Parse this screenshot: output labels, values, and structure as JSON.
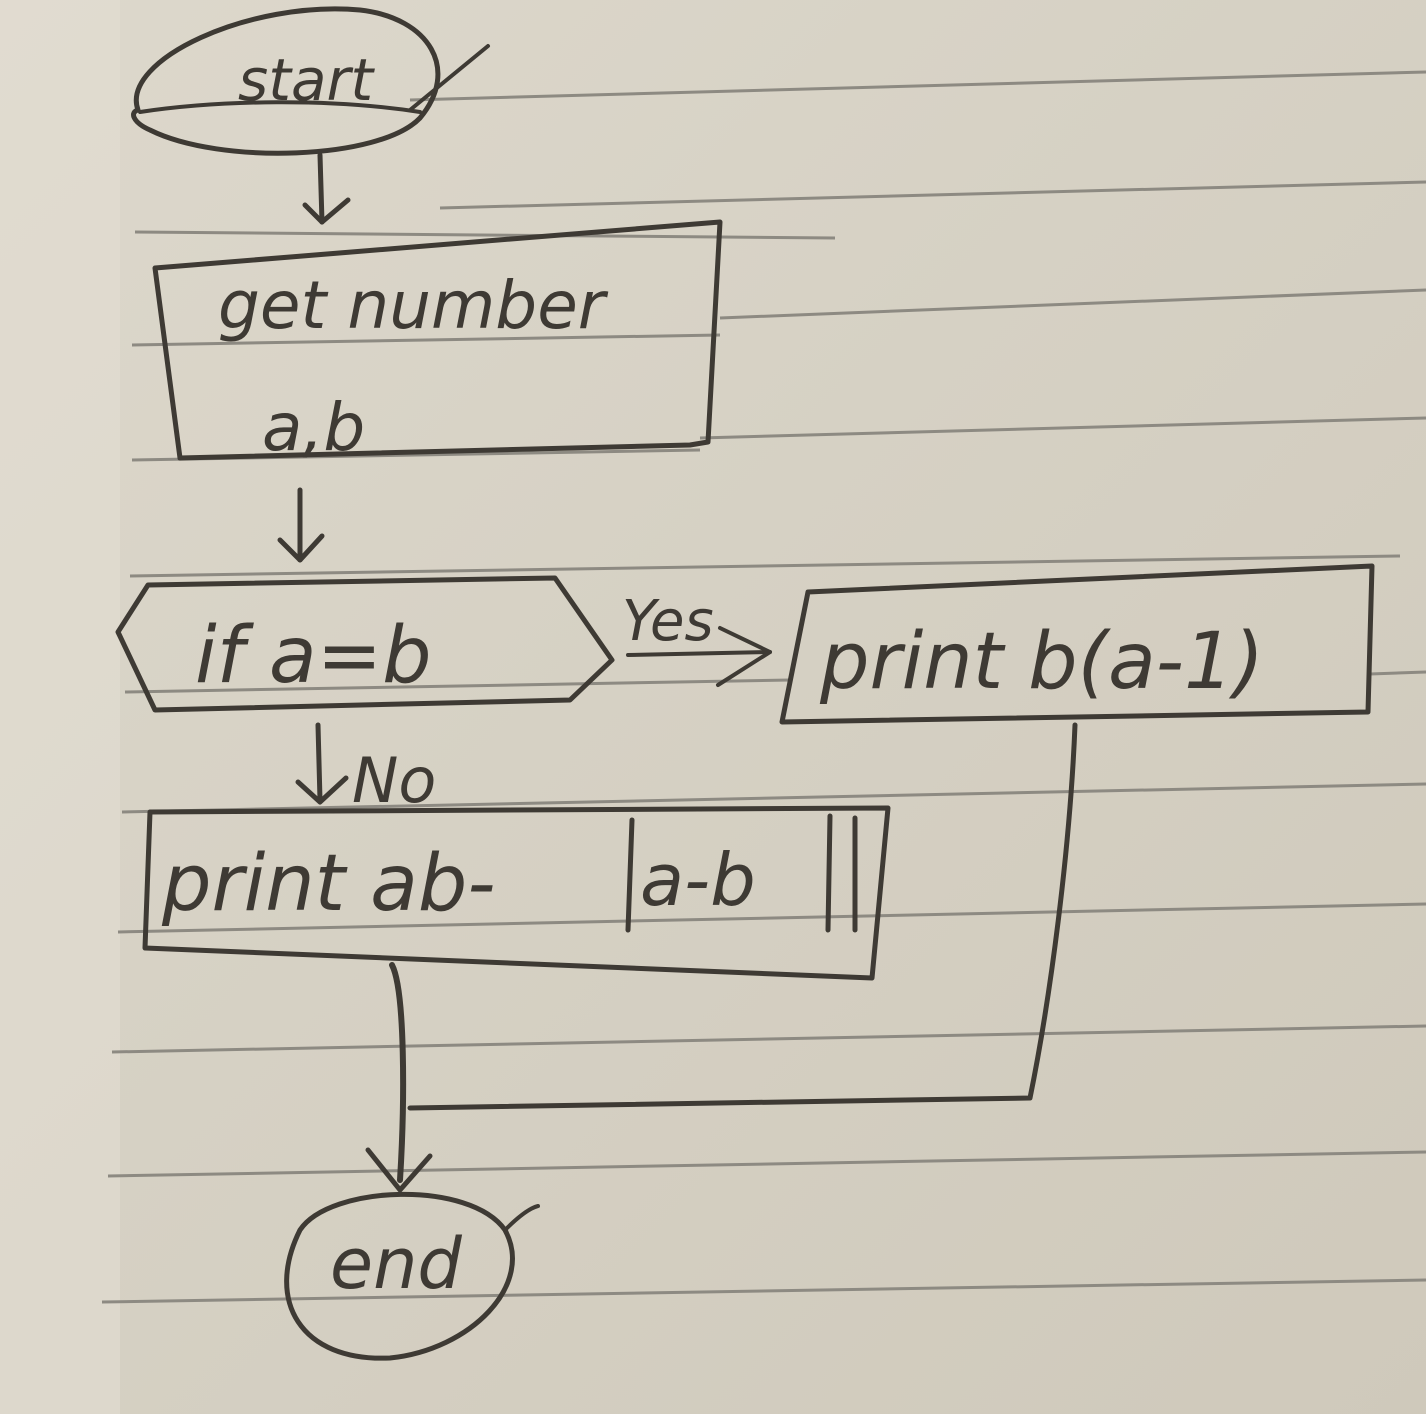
{
  "flowchart": {
    "start": {
      "label": "start"
    },
    "input": {
      "line1": "get number",
      "line2": "a,b"
    },
    "decision": {
      "label": "if a=b"
    },
    "yes_branch": {
      "label": "Yes",
      "action": "print b(a-1)"
    },
    "no_branch": {
      "label": "No",
      "action_left": "print ab-",
      "action_right": "a-b"
    },
    "end": {
      "label": "end"
    }
  },
  "colors": {
    "paper": "#d8d3c7",
    "ink": "#3e3a34",
    "ruled_lines": "#8d8a82"
  }
}
